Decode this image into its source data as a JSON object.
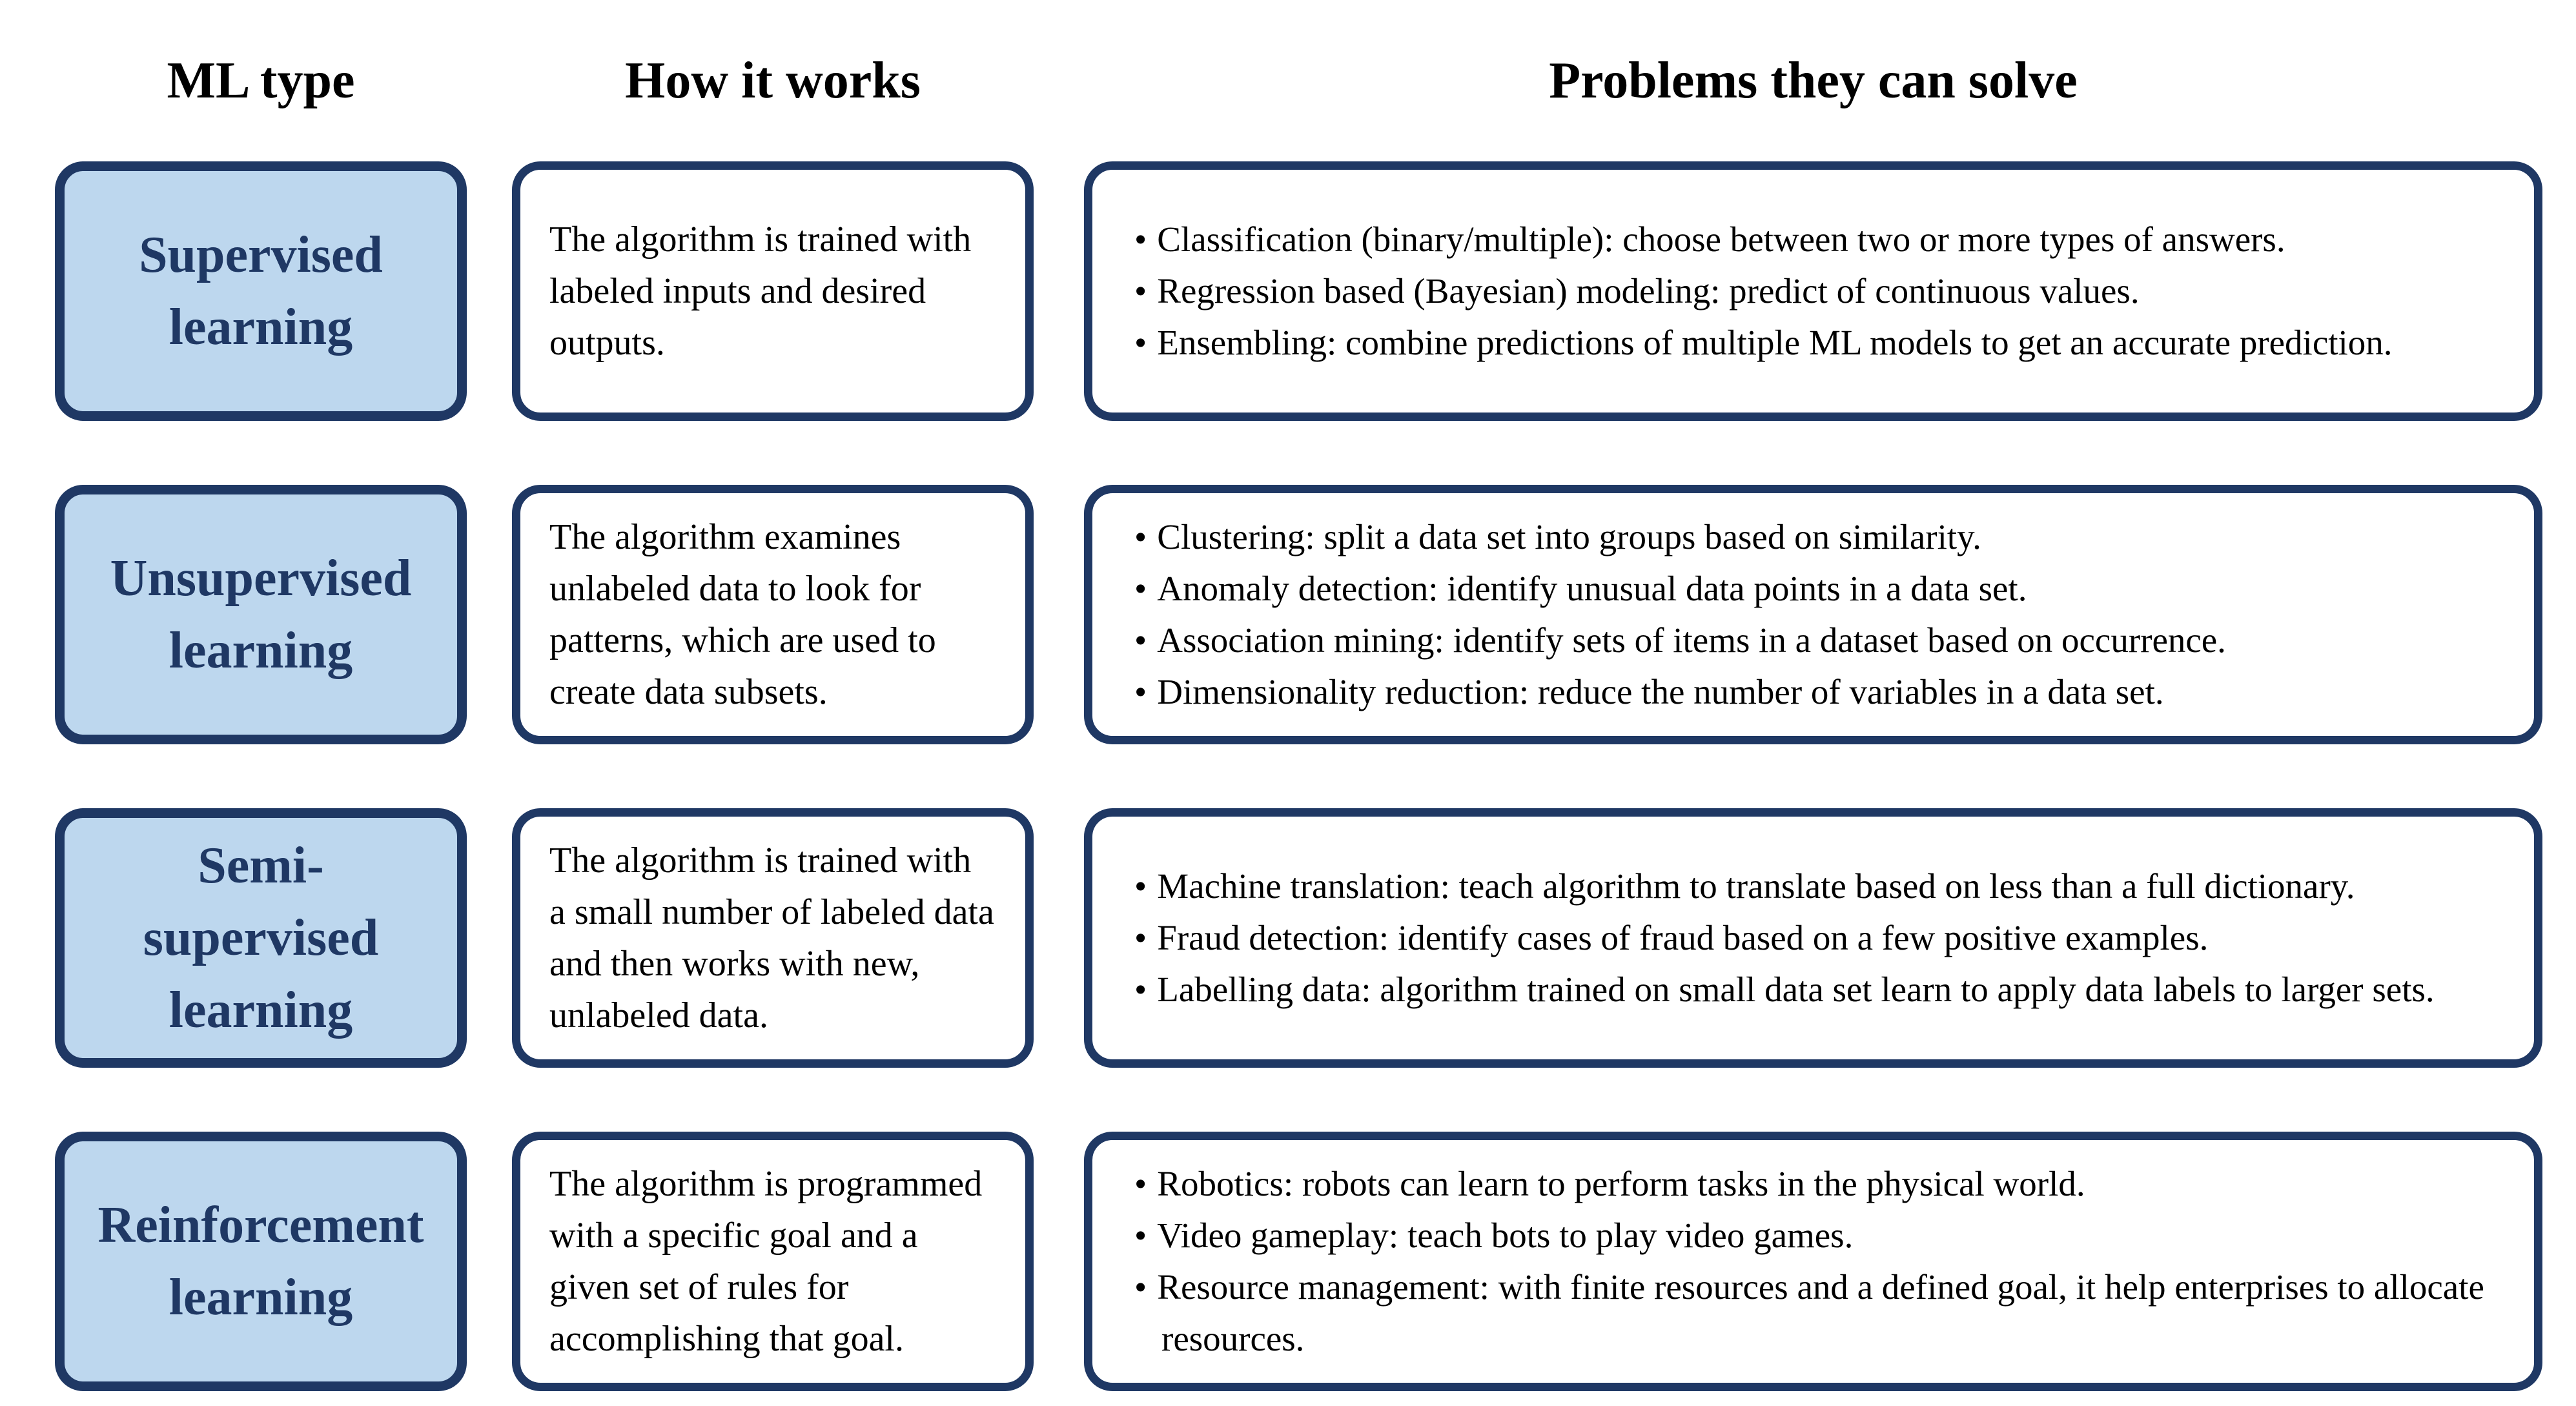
{
  "header": {
    "ml_type": "ML type",
    "how": "How it works",
    "problems": "Problems they can solve"
  },
  "colors": {
    "type_box_fill": "#BDD7EE",
    "box_border": "#1F3864",
    "type_label_text": "#1F3864",
    "body_text": "#000000"
  },
  "rows": [
    {
      "type": "Supervised learning",
      "how": "The algorithm is trained with labeled inputs and desired outputs.",
      "problems": [
        "Classification (binary/multiple): choose between two or more types of answers.",
        "Regression based (Bayesian) modeling: predict of continuous values.",
        "Ensembling: combine predictions of multiple ML models to get an accurate prediction."
      ]
    },
    {
      "type": "Unsupervised learning",
      "how": "The algorithm examines unlabeled data to look for patterns, which are used to create data subsets.",
      "problems": [
        "Clustering: split a data set into groups based on similarity.",
        "Anomaly detection: identify unusual data points in a data set.",
        "Association mining: identify sets of items in a dataset based on occurrence.",
        "Dimensionality reduction: reduce the number of variables in a data set."
      ]
    },
    {
      "type": "Semi-supervised learning",
      "how": "The algorithm is trained with a small number of labeled data and then works with new, unlabeled data.",
      "problems": [
        "Machine translation: teach algorithm to translate based on less than a full dictionary.",
        "Fraud detection: identify cases of fraud based on a few positive examples.",
        "Labelling data: algorithm trained on small data set learn to apply data labels to larger sets."
      ]
    },
    {
      "type": "Reinforcement learning",
      "how": "The algorithm is programmed with a specific goal and a given set of rules for accomplishing that goal.",
      "problems": [
        "Robotics: robots can learn to perform tasks in the physical world.",
        "Video gameplay: teach bots to play video games.",
        "Resource management: with finite resources and a defined goal, it help enterprises to allocate resources."
      ]
    }
  ]
}
